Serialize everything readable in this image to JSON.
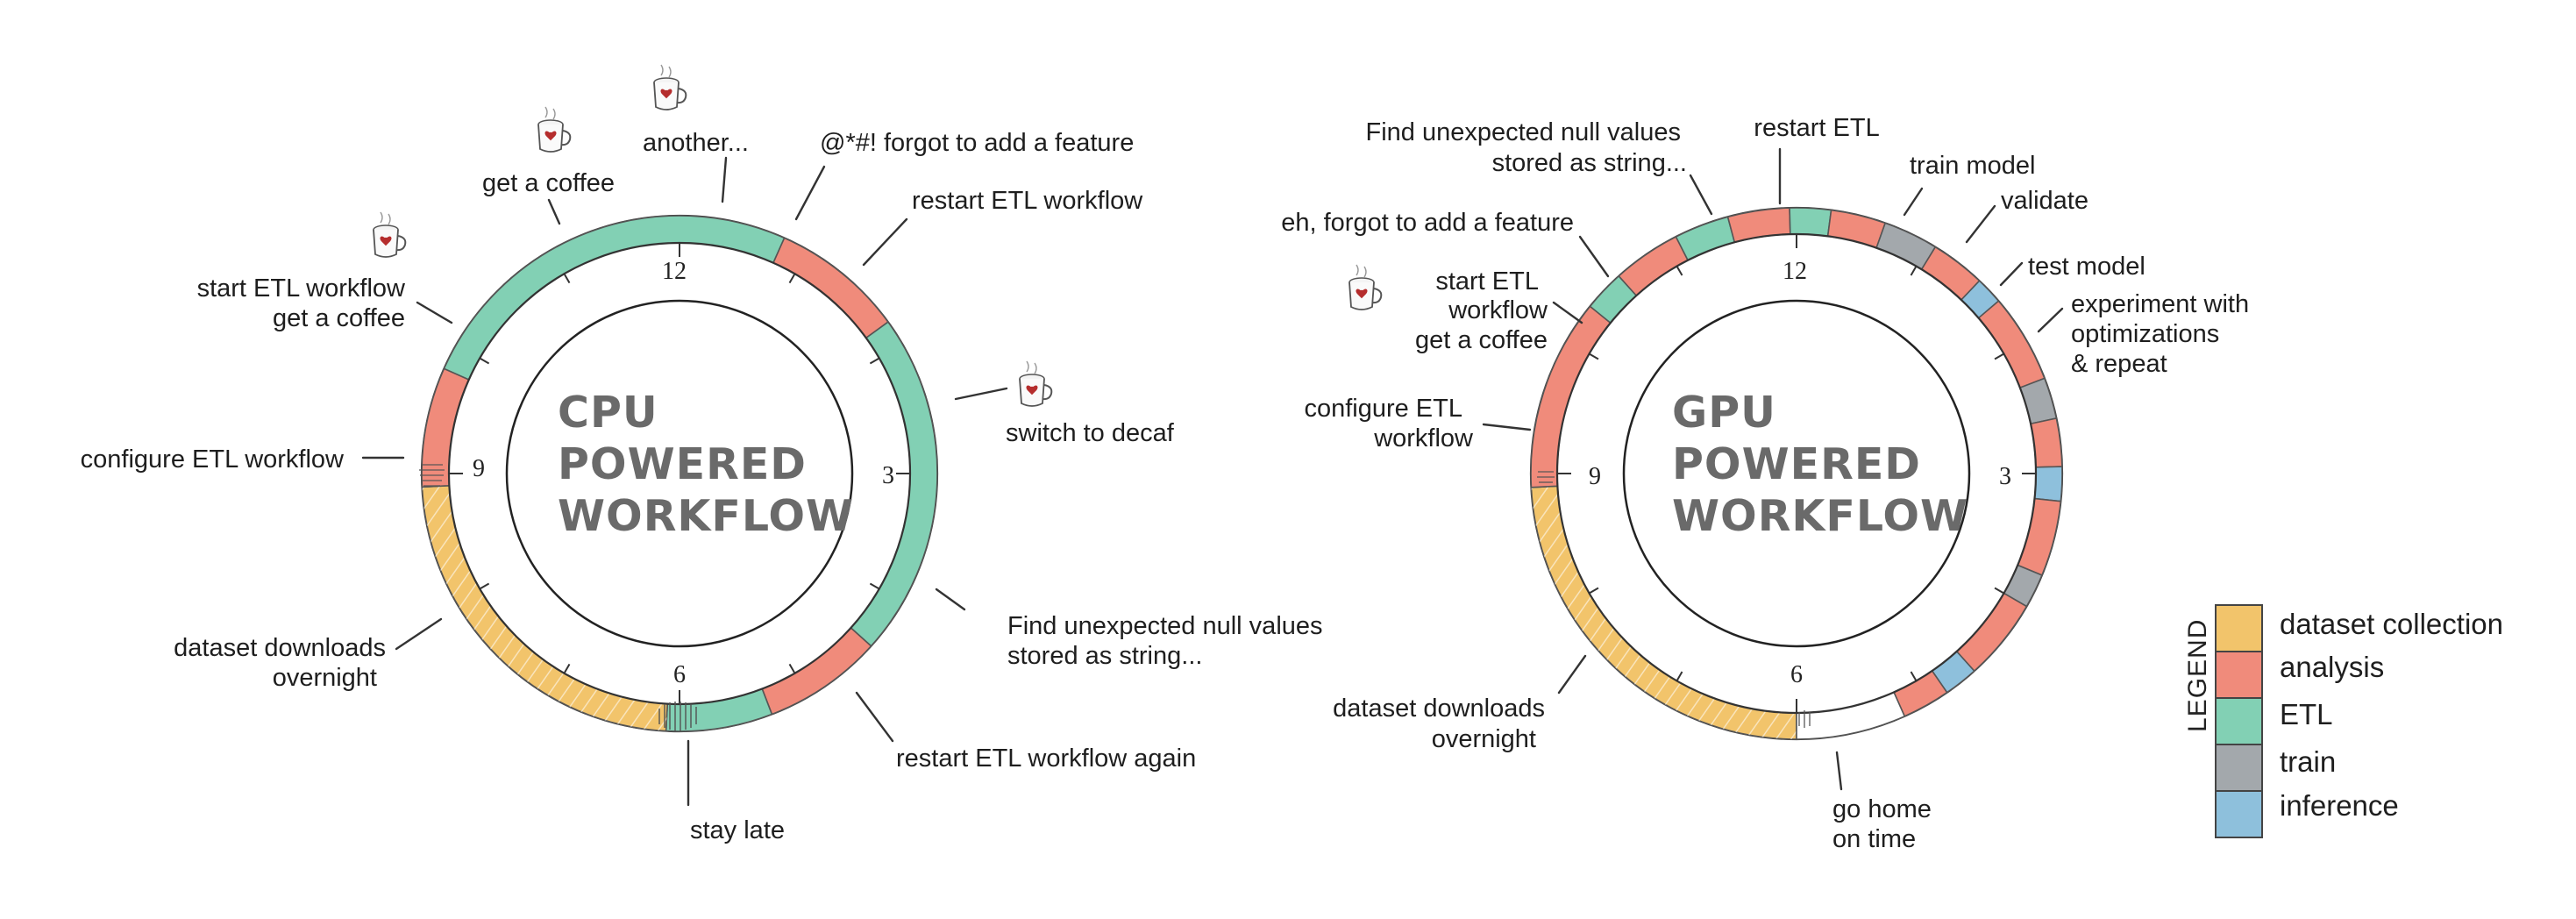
{
  "colors": {
    "dataset_collection": "#f2c46b",
    "analysis": "#f08b7b",
    "etl": "#82d0b4",
    "train": "#a3a8ac",
    "inference": "#8ec0dc",
    "empty": "#ffffff"
  },
  "clocks": [
    {
      "id": "cpu",
      "title_lines": [
        "CPU",
        "POWERED",
        "WORKFLOW"
      ],
      "hours": {
        "h12": "12",
        "h3": "3",
        "h6": "6",
        "h9": "9"
      },
      "segments": [
        {
          "type": "etl",
          "from_hour": 9.8,
          "to_hour": 12.8
        },
        {
          "type": "analysis",
          "from_hour": 12.8,
          "to_hour": 13.8
        },
        {
          "type": "etl",
          "from_hour": 13.8,
          "to_hour": 16.4
        },
        {
          "type": "analysis",
          "from_hour": 16.4,
          "to_hour": 17.3
        },
        {
          "type": "etl",
          "from_hour": 17.3,
          "to_hour": 18.1
        },
        {
          "type": "dataset_collection",
          "from_hour": 18.1,
          "to_hour": 20.9
        },
        {
          "type": "analysis",
          "from_hour": 20.9,
          "to_hour": 21.8
        }
      ],
      "annotations": [
        {
          "text": [
            "another..."
          ],
          "mug": true
        },
        {
          "text": [
            "@*#! forgot to add a feature"
          ],
          "mug": false
        },
        {
          "text": [
            "get a coffee"
          ],
          "mug": true
        },
        {
          "text": [
            "restart ETL workflow"
          ],
          "mug": false
        },
        {
          "text": [
            "start ETL workflow",
            "get a coffee"
          ],
          "mug": true
        },
        {
          "text": [
            "switch to decaf"
          ],
          "mug": true
        },
        {
          "text": [
            "configure ETL workflow"
          ],
          "mug": false
        },
        {
          "text": [
            "Find unexpected null values",
            "stored as string..."
          ],
          "mug": false
        },
        {
          "text": [
            "dataset downloads",
            "overnight"
          ],
          "mug": false
        },
        {
          "text": [
            "restart ETL workflow again"
          ],
          "mug": false
        },
        {
          "text": [
            "stay late"
          ],
          "mug": false
        }
      ]
    },
    {
      "id": "gpu",
      "title_lines": [
        "GPU",
        "POWERED",
        "WORKFLOW"
      ],
      "hours": {
        "h12": "12",
        "h3": "3",
        "h6": "6",
        "h9": "9"
      },
      "segments": [
        {
          "type": "dataset_collection",
          "from_hour": 18.0,
          "to_hour": 20.9
        },
        {
          "type": "analysis",
          "from_hour": 20.9,
          "to_hour": 22.3
        },
        {
          "type": "etl",
          "from_hour": 22.3,
          "to_hour": 22.6
        },
        {
          "type": "analysis",
          "from_hour": 22.6,
          "to_hour": 23.1
        },
        {
          "type": "etl",
          "from_hour": 23.1,
          "to_hour": 23.5
        },
        {
          "type": "analysis",
          "from_hour": 23.5,
          "to_hour": 23.95
        },
        {
          "type": "etl",
          "from_hour": 23.95,
          "to_hour": 24.25
        },
        {
          "type": "analysis",
          "from_hour": 24.25,
          "to_hour": 24.65
        },
        {
          "type": "train",
          "from_hour": 24.65,
          "to_hour": 25.05
        },
        {
          "type": "analysis",
          "from_hour": 25.05,
          "to_hour": 25.45
        },
        {
          "type": "inference",
          "from_hour": 25.45,
          "to_hour": 25.65
        },
        {
          "type": "analysis",
          "from_hour": 25.65,
          "to_hour": 26.3
        },
        {
          "type": "train",
          "from_hour": 26.3,
          "to_hour": 26.6
        },
        {
          "type": "analysis",
          "from_hour": 26.6,
          "to_hour": 26.95
        },
        {
          "type": "inference",
          "from_hour": 26.95,
          "to_hour": 27.2
        },
        {
          "type": "analysis",
          "from_hour": 27.2,
          "to_hour": 27.75
        },
        {
          "type": "train",
          "from_hour": 27.75,
          "to_hour": 28.0
        },
        {
          "type": "analysis",
          "from_hour": 28.0,
          "to_hour": 28.6
        },
        {
          "type": "inference",
          "from_hour": 28.6,
          "to_hour": 28.85
        },
        {
          "type": "analysis",
          "from_hour": 28.85,
          "to_hour": 29.2
        },
        {
          "type": "empty",
          "from_hour": 29.2,
          "to_hour": 30.0
        }
      ],
      "annotations": [
        {
          "text": [
            "restart ETL"
          ],
          "mug": false
        },
        {
          "text": [
            "Find unexpected null values",
            "stored as string..."
          ],
          "mug": false
        },
        {
          "text": [
            "train model"
          ],
          "mug": false
        },
        {
          "text": [
            "validate"
          ],
          "mug": false
        },
        {
          "text": [
            "eh, forgot to add a feature"
          ],
          "mug": false
        },
        {
          "text": [
            "test model"
          ],
          "mug": false
        },
        {
          "text": [
            "start ETL",
            "workflow",
            "get a coffee"
          ],
          "mug": true
        },
        {
          "text": [
            "experiment with",
            "optimizations",
            "& repeat"
          ],
          "mug": false
        },
        {
          "text": [
            "configure ETL",
            "workflow"
          ],
          "mug": false
        },
        {
          "text": [
            "dataset downloads",
            "overnight"
          ],
          "mug": false
        },
        {
          "text": [
            "go home",
            "on time"
          ],
          "mug": false
        }
      ]
    }
  ],
  "legend": {
    "title": "LEGEND",
    "items": [
      {
        "key": "dataset_collection",
        "label": "dataset collection"
      },
      {
        "key": "analysis",
        "label": "analysis"
      },
      {
        "key": "etl",
        "label": "ETL"
      },
      {
        "key": "train",
        "label": "train"
      },
      {
        "key": "inference",
        "label": "inference"
      }
    ]
  }
}
